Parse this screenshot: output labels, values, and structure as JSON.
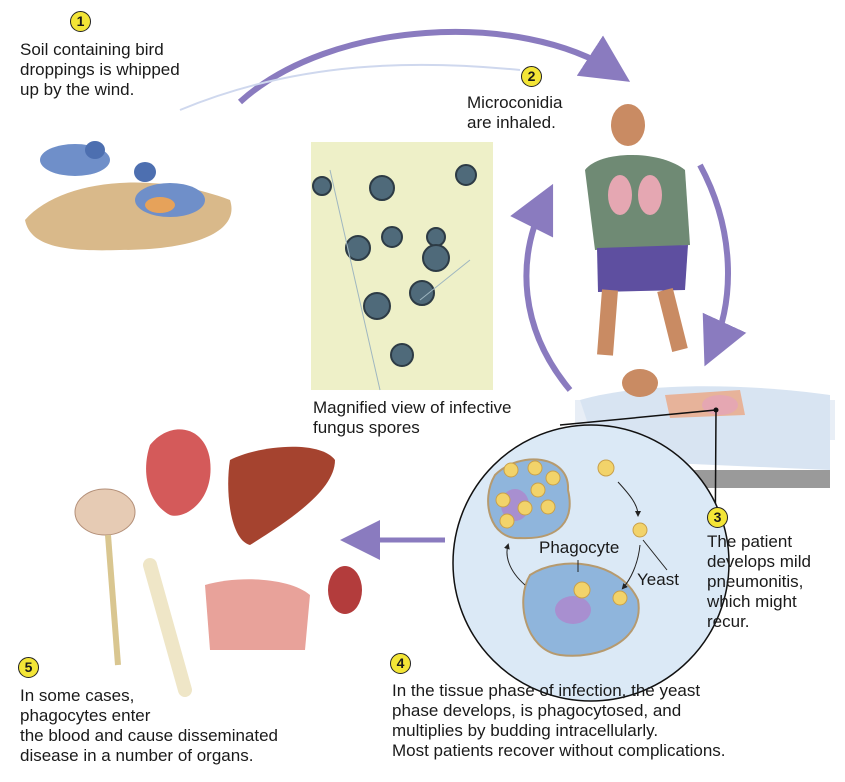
{
  "steps": [
    {
      "number": "1",
      "text": "Soil containing bird\ndroppings is whipped\nup by the wind."
    },
    {
      "number": "2",
      "text": "Microconidia\nare inhaled."
    },
    {
      "number": "3",
      "text": "The patient\ndevelops mild\npneumonitis,\nwhich might\nrecur."
    },
    {
      "number": "4",
      "text": "In the tissue phase of infection, the yeast\nphase develops, is phagocytosed, and\nmultiplies by budding intracellularly.\nMost patients recover without complications."
    },
    {
      "number": "5",
      "text": "In some cases,\nphagocytes enter\nthe blood and cause disseminated\ndisease in a number of organs."
    }
  ],
  "micrograph_caption": "Magnified view of infective\nfungus spores",
  "labels": {
    "phagocyte": "Phagocyte",
    "yeast": "Yeast"
  },
  "colors": {
    "arrow": "#8a7bbf",
    "badge": "#f3e536",
    "cell": "#a9cbe8",
    "yeast": "#f2d36a"
  }
}
